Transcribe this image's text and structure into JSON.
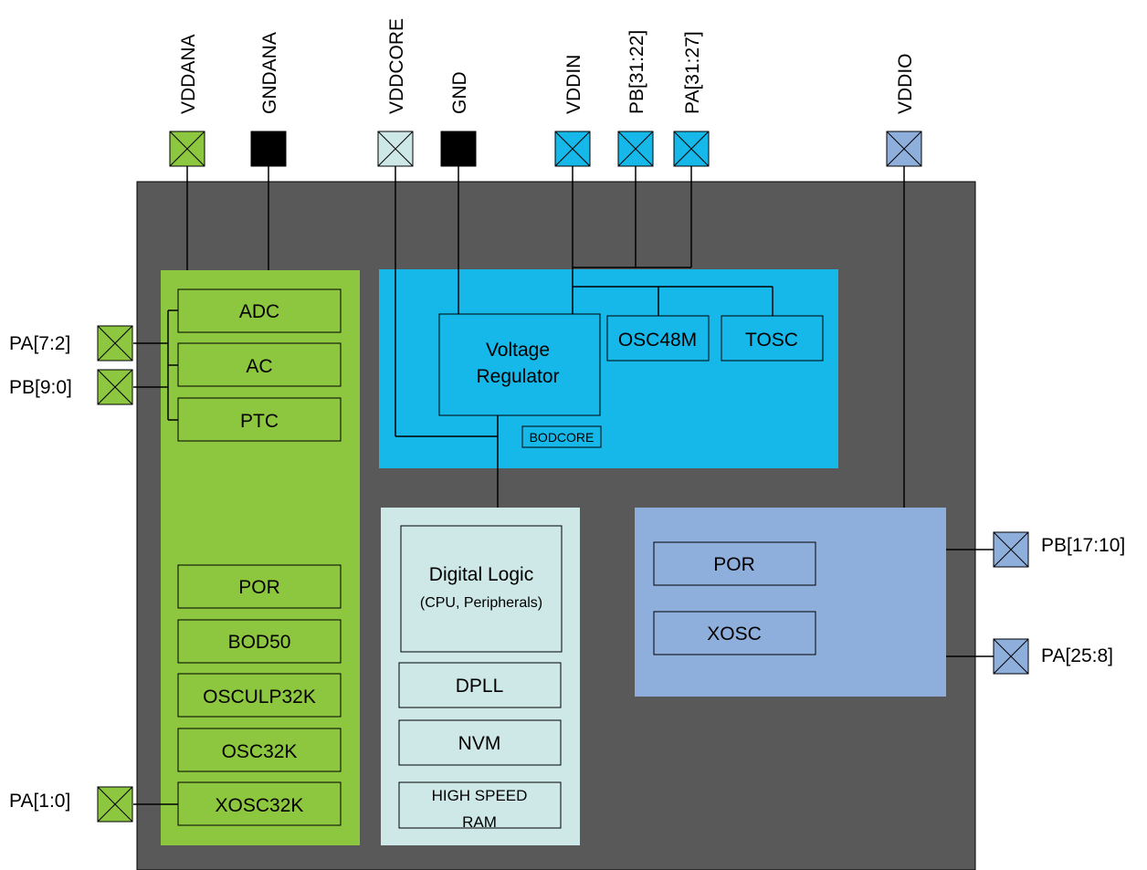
{
  "colors": {
    "chip": "#595959",
    "analog": "#8dc63f",
    "vddin": "#15b8e8",
    "core": "#cde8e6",
    "vddio": "#8eaedc",
    "ground": "#000000",
    "wire": "#000000"
  },
  "top_pins": {
    "vddana": "VDDANA",
    "gndana": "GNDANA",
    "vddcore": "VDDCORE",
    "gnd": "GND",
    "vddin": "VDDIN",
    "pb_31_22": "PB[31:22]",
    "pa_31_27": "PA[31:27]",
    "vddio": "VDDIO"
  },
  "side_pins": {
    "pa_7_2": "PA[7:2]",
    "pb_9_0": "PB[9:0]",
    "pa_1_0": "PA[1:0]",
    "pb_17_10": "PB[17:10]",
    "pa_25_8": "PA[25:8]"
  },
  "analog_domain": {
    "adc": "ADC",
    "ac": "AC",
    "ptc": "PTC",
    "por": "POR",
    "bod50": "BOD50",
    "osculp32k": "OSCULP32K",
    "osc32k": "OSC32K",
    "xosc32k": "XOSC32K"
  },
  "vddin_domain": {
    "voltage_regulator_line1": "Voltage",
    "voltage_regulator_line2": "Regulator",
    "bodcore": "BODCORE",
    "osc48m": "OSC48M",
    "tosc": "TOSC"
  },
  "core_domain": {
    "digital_logic": "Digital Logic",
    "digital_logic_sub": "(CPU, Peripherals)",
    "dpll": "DPLL",
    "nvm": "NVM",
    "ram_line1": "HIGH SPEED",
    "ram_line2": "RAM"
  },
  "vddio_domain": {
    "por": "POR",
    "xosc": "XOSC"
  }
}
